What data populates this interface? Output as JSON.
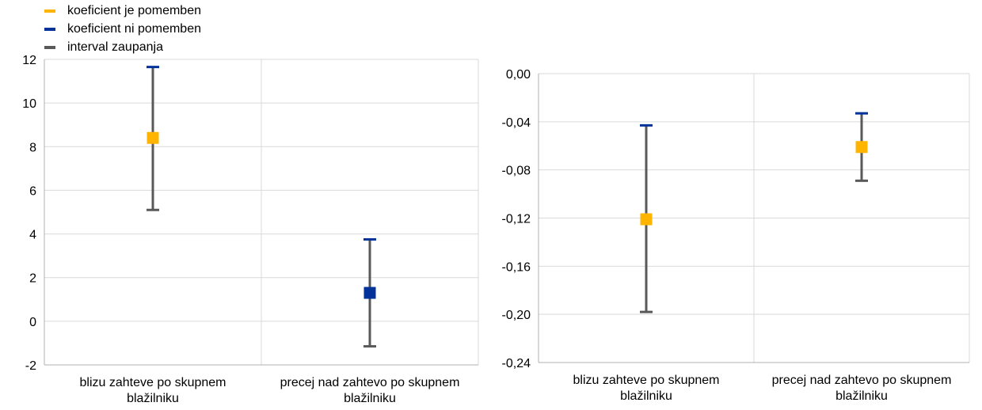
{
  "legend": [
    {
      "label": "koeficient je pomemben",
      "color": "#FFB400"
    },
    {
      "label": "koeficient ni pomemben",
      "color": "#003299"
    },
    {
      "label": "interval zaupanja",
      "color": "#595959"
    }
  ],
  "colors": {
    "significant": "#FFB400",
    "not_significant": "#003299",
    "interval": "#595959",
    "grid": "#d9d9d9"
  },
  "chart_data": [
    {
      "type": "scatter",
      "categories": [
        [
          "blizu zahteve po skupnem",
          "blažilniku"
        ],
        [
          "precej nad zahtevo po skupnem",
          "blažilniku"
        ]
      ],
      "ylim": [
        -2,
        12
      ],
      "yticks": [
        -2,
        0,
        2,
        4,
        6,
        8,
        10,
        12
      ],
      "ytick_labels": [
        "-2",
        "0",
        "2",
        "4",
        "6",
        "8",
        "10",
        "12"
      ],
      "grid": true,
      "points": [
        {
          "value": 8.4,
          "lower": 5.1,
          "upper": 11.65,
          "significant": true
        },
        {
          "value": 1.3,
          "lower": -1.15,
          "upper": 3.75,
          "significant": false
        }
      ]
    },
    {
      "type": "scatter",
      "categories": [
        [
          "blizu zahteve po skupnem",
          "blažilniku"
        ],
        [
          "precej nad zahtevo po skupnem",
          "blažilniku"
        ]
      ],
      "ylim": [
        -0.24,
        0
      ],
      "yticks": [
        -0.24,
        -0.2,
        -0.16,
        -0.12,
        -0.08,
        -0.04,
        0
      ],
      "ytick_labels": [
        "-0,24",
        "-0,20",
        "-0,16",
        "-0,12",
        "-0,08",
        "-0,04",
        "0,00"
      ],
      "grid": true,
      "points": [
        {
          "value": -0.121,
          "lower": -0.198,
          "upper": -0.043,
          "significant": true
        },
        {
          "value": -0.061,
          "lower": -0.089,
          "upper": -0.033,
          "significant": true
        }
      ]
    }
  ]
}
